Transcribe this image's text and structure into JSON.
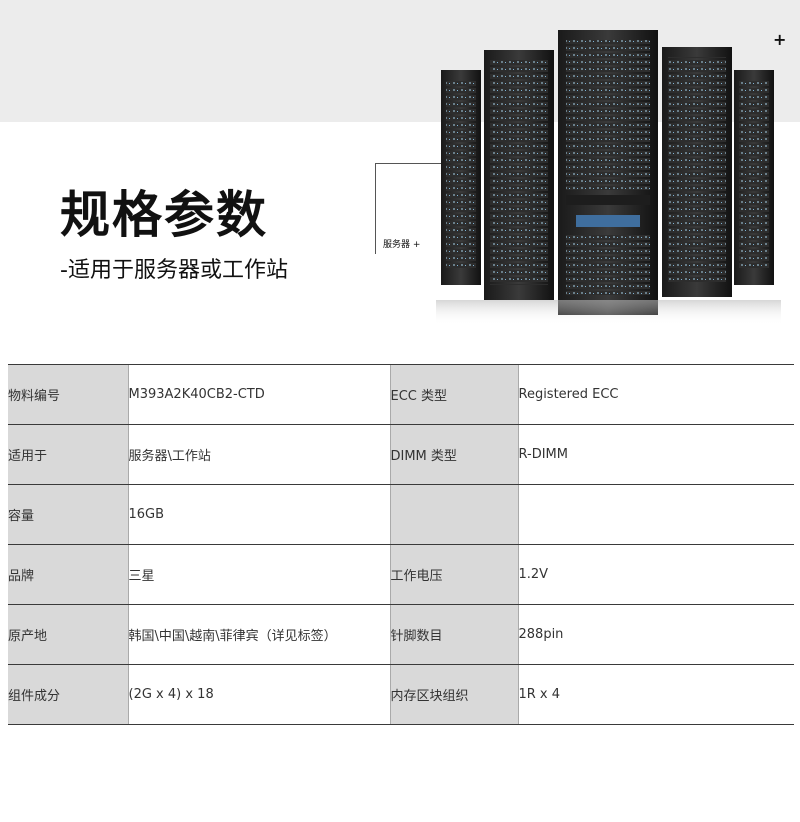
{
  "header": {
    "corner_plus": "+",
    "title": "规格参数",
    "subtitle": "-适用于服务器或工作站",
    "callout_label": "服务器 +"
  },
  "specs": {
    "rows": [
      {
        "label1": "物料编号",
        "value1": "M393A2K40CB2-CTD",
        "label2": "ECC 类型",
        "value2": "Registered ECC"
      },
      {
        "label1": "适用于",
        "value1": "服务器\\工作站",
        "label2": "DIMM 类型",
        "value2": "R-DIMM"
      },
      {
        "label1": "容量",
        "value1": "16GB",
        "label2": "",
        "value2": ""
      },
      {
        "label1": "品牌",
        "value1": "三星",
        "label2": "工作电压",
        "value2": "1.2V"
      },
      {
        "label1": "原产地",
        "value1": "韩国\\中国\\越南\\菲律宾（详见标签）",
        "label2": "针脚数目",
        "value2": "288pin"
      },
      {
        "label1": "组件成分",
        "value1": "(2G x 4) x 18",
        "label2": "内存区块组织",
        "value2": "1R x 4"
      }
    ]
  },
  "colors": {
    "band": "#ececec",
    "label_cell": "#d9d9d9",
    "rule": "#3a3a3a"
  }
}
